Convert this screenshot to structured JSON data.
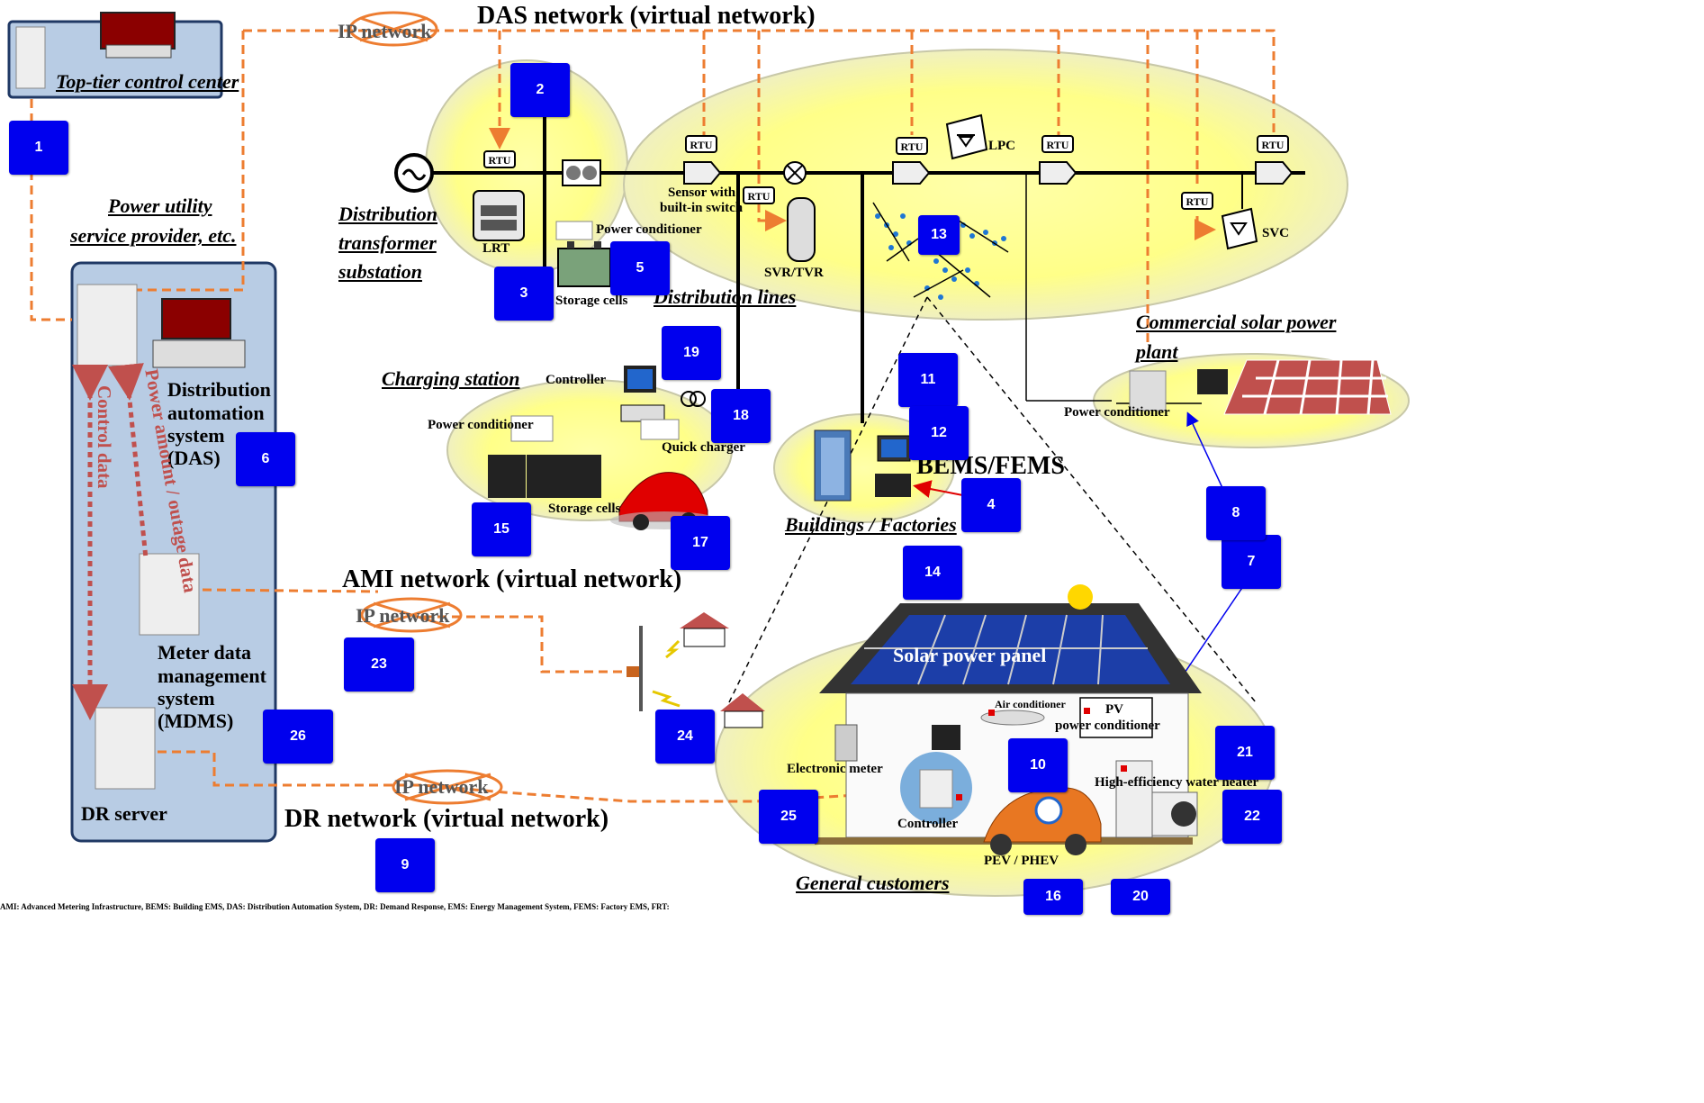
{
  "networks": {
    "das": "DAS network (virtual network)",
    "ami": "AMI network (virtual network)",
    "dr": "DR network (virtual network)",
    "ip": "IP network"
  },
  "places": {
    "top_tier": "Top-tier control center",
    "power_utility": "Power utility service provider, etc.",
    "power_utility_line1": "Power utility",
    "power_utility_line2": "service provider, etc.",
    "substation_line1": "Distribution",
    "substation_line2": "transformer",
    "substation_line3": "substation",
    "distribution_lines": "Distribution lines",
    "charging_station": "Charging station",
    "buildings": "Buildings / Factories",
    "solar_plant_line1": "Commercial solar power",
    "solar_plant_line2": "plant",
    "general_customers": "General customers"
  },
  "systems": {
    "das_line1": "Distribution",
    "das_line2": "automation",
    "das_line3": "system",
    "das_line4": "(DAS)",
    "mdms_line1": "Meter data",
    "mdms_line2": "management",
    "mdms_line3": "system",
    "mdms_line4": "(MDMS)",
    "dr_server": "DR server",
    "bems": "BEMS/FEMS"
  },
  "flows": {
    "control_data": "Control data",
    "power_amount": "Power amount / outage data"
  },
  "devices": {
    "rtu": "RTU",
    "lrt": "LRT",
    "power_conditioner": "Power conditioner",
    "storage_cells": "Storage cells",
    "sensor_line1": "Sensor with",
    "sensor_line2": "built-in switch",
    "svr_tvr": "SVR/TVR",
    "lpc": "LPC",
    "svc": "SVC",
    "controller": "Controller",
    "quick_charger": "Quick charger",
    "solar_panel": "Solar power panel",
    "air_conditioner": "Air conditioner",
    "pv_pc_line1": "PV",
    "pv_pc_line2": "power conditioner",
    "electronic_meter": "Electronic meter",
    "water_heater": "High-efficiency water heater",
    "pev": "PEV / PHEV"
  },
  "badges": [
    "1",
    "2",
    "3",
    "4",
    "5",
    "6",
    "7",
    "8",
    "9",
    "10",
    "11",
    "12",
    "13",
    "14",
    "15",
    "16",
    "17",
    "18",
    "19",
    "20",
    "21",
    "22",
    "23",
    "24",
    "25",
    "26"
  ],
  "footnote": "AMI: Advanced Metering Infrastructure, BEMS: Building EMS, DAS: Distribution Automation System, DR: Demand Response, EMS: Energy Management System, FEMS: Factory EMS, FRT:",
  "colors": {
    "badge": "#0000ee",
    "ellipse": "#ffff99",
    "panel": "#b8cce4",
    "panel_border": "#1f3864",
    "network_line": "#ed7d31",
    "flow_arrow": "#c0504d",
    "pv_link": "#0000ee"
  }
}
